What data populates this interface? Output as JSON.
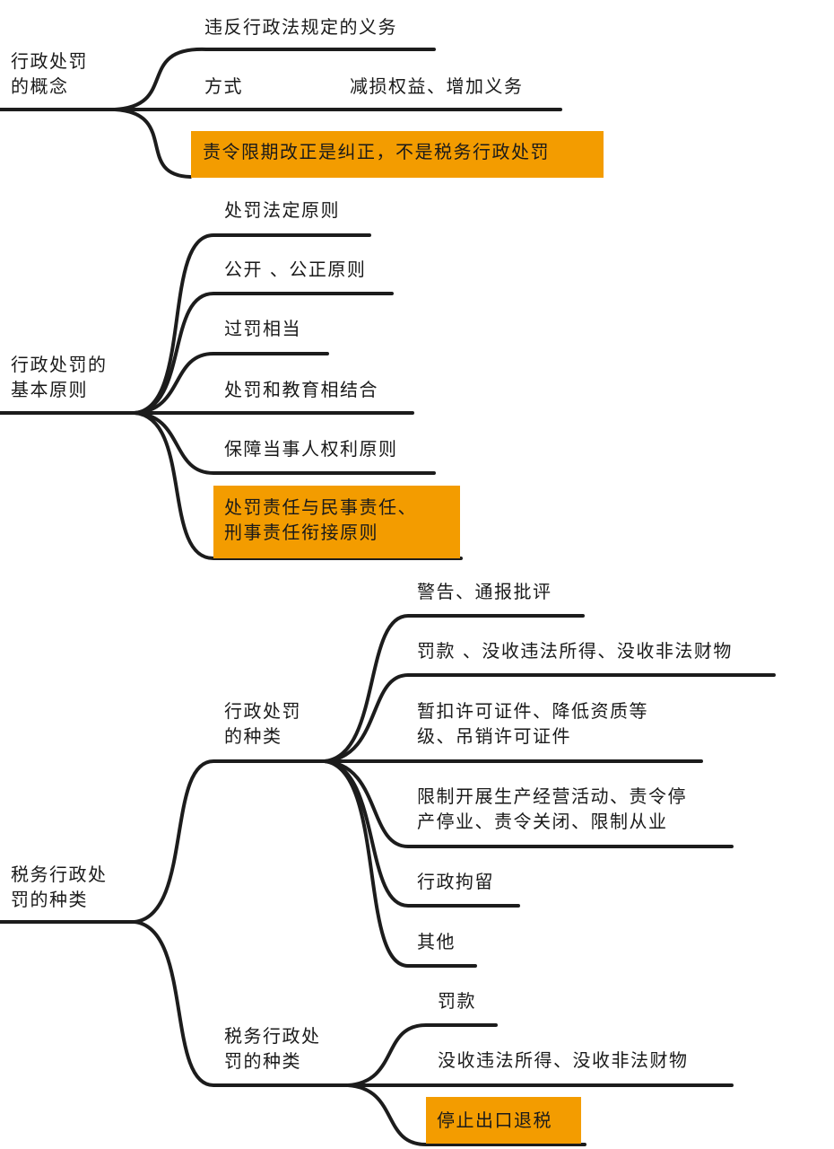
{
  "section1": {
    "root": [
      "行政处罚",
      "的概念"
    ],
    "items": [
      "违反行政法规定的义务",
      "方式",
      "减损权益、增加义务"
    ],
    "highlight": "责令限期改正是纠正，不是税务行政处罚"
  },
  "section2": {
    "root": [
      "行政处罚的",
      "基本原则"
    ],
    "items": [
      "处罚法定原则",
      "公开 、公正原则",
      "过罚相当",
      "处罚和教育相结合",
      "保障当事人权利原则"
    ],
    "highlight": [
      "处罚责任与民事责任、",
      "刑事责任衔接原则"
    ]
  },
  "section3": {
    "root": [
      "税务行政处",
      "罚的种类"
    ],
    "branch1": {
      "label": [
        "行政处罚",
        "的种类"
      ],
      "items": [
        [
          "警告、通报批评"
        ],
        [
          "罚款 、没收违法所得、没收非法财物"
        ],
        [
          "暂扣许可证件、降低资质等",
          "级、吊销许可证件"
        ],
        [
          "限制开展生产经营活动、责令停",
          "产停业、责令关闭、限制从业"
        ],
        [
          "行政拘留"
        ],
        [
          "其他"
        ]
      ]
    },
    "branch2": {
      "label": [
        "税务行政处",
        "罚的种类"
      ],
      "items": [
        "罚款",
        "没收违法所得、没收非法财物"
      ],
      "highlight": "停止出口退税"
    }
  },
  "colors": {
    "highlight": "#f39c00",
    "line": "#1c1c1c"
  }
}
